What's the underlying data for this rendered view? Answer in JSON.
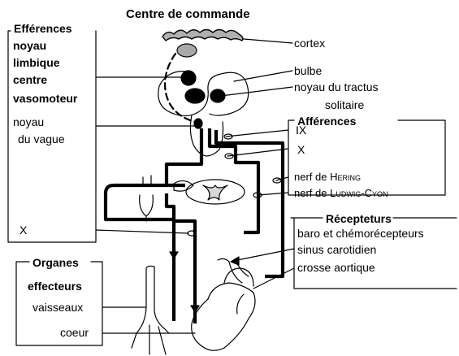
{
  "title": "Centre de commande",
  "left_box": {
    "heading_lines": [
      "Efférences",
      "noyau",
      "limbique",
      "centre",
      "vasomoteur"
    ],
    "vagus_lines": [
      "noyau",
      "du vague"
    ],
    "nerve_x": "X"
  },
  "right_labels": {
    "cortex": "cortex",
    "bulbe": "bulbe",
    "tractus_line1": "noyau du tractus",
    "tractus_line2": "solitaire"
  },
  "afferences": {
    "heading": "Afférences",
    "ix": "IX",
    "x": "X",
    "hering_prefix": "nerf de ",
    "hering_name": "Hering",
    "ludwig_prefix": "nerf de ",
    "ludwig_name": "Ludwig-Cyon"
  },
  "recepteurs": {
    "heading": "Récepteturs",
    "items": [
      "baro et chémorécepteurs",
      "sinus carotidien",
      "crosse aortique"
    ]
  },
  "organes": {
    "heading_line1": "Organes",
    "heading_line2": "effecteurs",
    "vaisseaux": "vaisseaux",
    "coeur": "coeur"
  },
  "colors": {
    "ink": "#000000",
    "cortex_fill": "#b0b0b0",
    "limbic_fill": "#a8a8a8",
    "background": "#ffffff"
  }
}
